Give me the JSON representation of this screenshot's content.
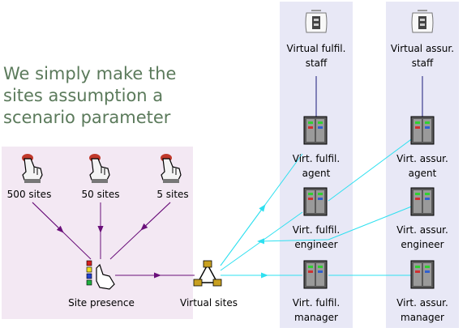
{
  "heading": {
    "lines": [
      "We simply make the",
      "sites assumption a",
      "scenario parameter"
    ]
  },
  "scenarios": [
    {
      "label": "500 sites",
      "icon": "hand-pointer-icon"
    },
    {
      "label": "50 sites",
      "icon": "hand-pointer-icon"
    },
    {
      "label": "5 sites",
      "icon": "hand-pointer-icon"
    }
  ],
  "nodes": {
    "site_presence": {
      "label": "Site presence",
      "icon": "choice-list-icon"
    },
    "virtual_sites": {
      "label": "Virtual sites",
      "icon": "network-triangle-icon"
    }
  },
  "fulfilment_column": {
    "staff": {
      "lines": [
        "Virtual fulfil.",
        "staff"
      ],
      "icon": "staff-icon"
    },
    "agent": {
      "lines": [
        "Virt. fulfil.",
        "agent"
      ],
      "icon": "server-icon"
    },
    "engineer": {
      "lines": [
        "Virt. fulfil.",
        "engineer"
      ],
      "icon": "server-icon"
    },
    "manager": {
      "lines": [
        "Virt. fulfil.",
        "manager"
      ],
      "icon": "server-icon"
    }
  },
  "assurance_column": {
    "staff": {
      "lines": [
        "Virtual assur.",
        "staff"
      ],
      "icon": "staff-icon"
    },
    "agent": {
      "lines": [
        "Virt. assur.",
        "agent"
      ],
      "icon": "server-icon"
    },
    "engineer": {
      "lines": [
        "Virt. assur.",
        "engineer"
      ],
      "icon": "server-icon"
    },
    "manager": {
      "lines": [
        "Virt. assur.",
        "manager"
      ],
      "icon": "server-icon"
    }
  },
  "colors": {
    "heading": "#5b7a5b",
    "scenario_panel": "#f3e8f3",
    "column_panel": "#e8e8f6",
    "purple_link": "#6a0f7a",
    "cyan_link": "#2ee0f0",
    "navy_link": "#1a1a7a"
  }
}
